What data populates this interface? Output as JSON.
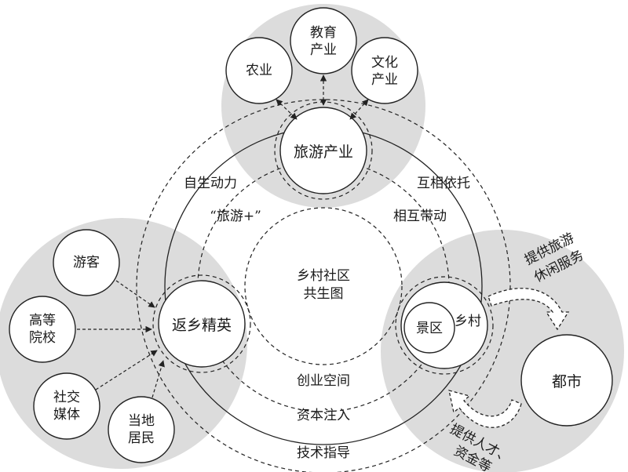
{
  "center": {
    "line1": "乡村社区",
    "line2": "共生图"
  },
  "top_zone": {
    "hub": "旅游产业",
    "agriculture": "农业",
    "education": {
      "line1": "教育",
      "line2": "产业"
    },
    "culture": {
      "line1": "文化",
      "line2": "产业"
    }
  },
  "left_zone": {
    "hub": "返乡精英",
    "tourists": "游客",
    "universities": {
      "line1": "高等",
      "line2": "院校"
    },
    "social_media": {
      "line1": "社交",
      "line2": "媒体"
    },
    "locals": {
      "line1": "当地",
      "line2": "居民"
    }
  },
  "right_zone": {
    "hub_scenic": "景区",
    "hub_village": "乡村",
    "city": "都市",
    "to_city": {
      "line1": "提供旅游",
      "line2": "休闲服务"
    },
    "from_city": {
      "line1": "提供人才、",
      "line2": "资金等"
    }
  },
  "links": {
    "self_drive": "自生动力",
    "mutual_rely": "互相依托",
    "tourism_plus": "“旅游+”",
    "mutual_drive": "相互带动",
    "startup_space": "创业空间",
    "capital": "资本注入",
    "tech": "技术指导"
  },
  "colors": {
    "zone": "#dcdcdc",
    "line": "#222222",
    "node": "#ffffff"
  }
}
